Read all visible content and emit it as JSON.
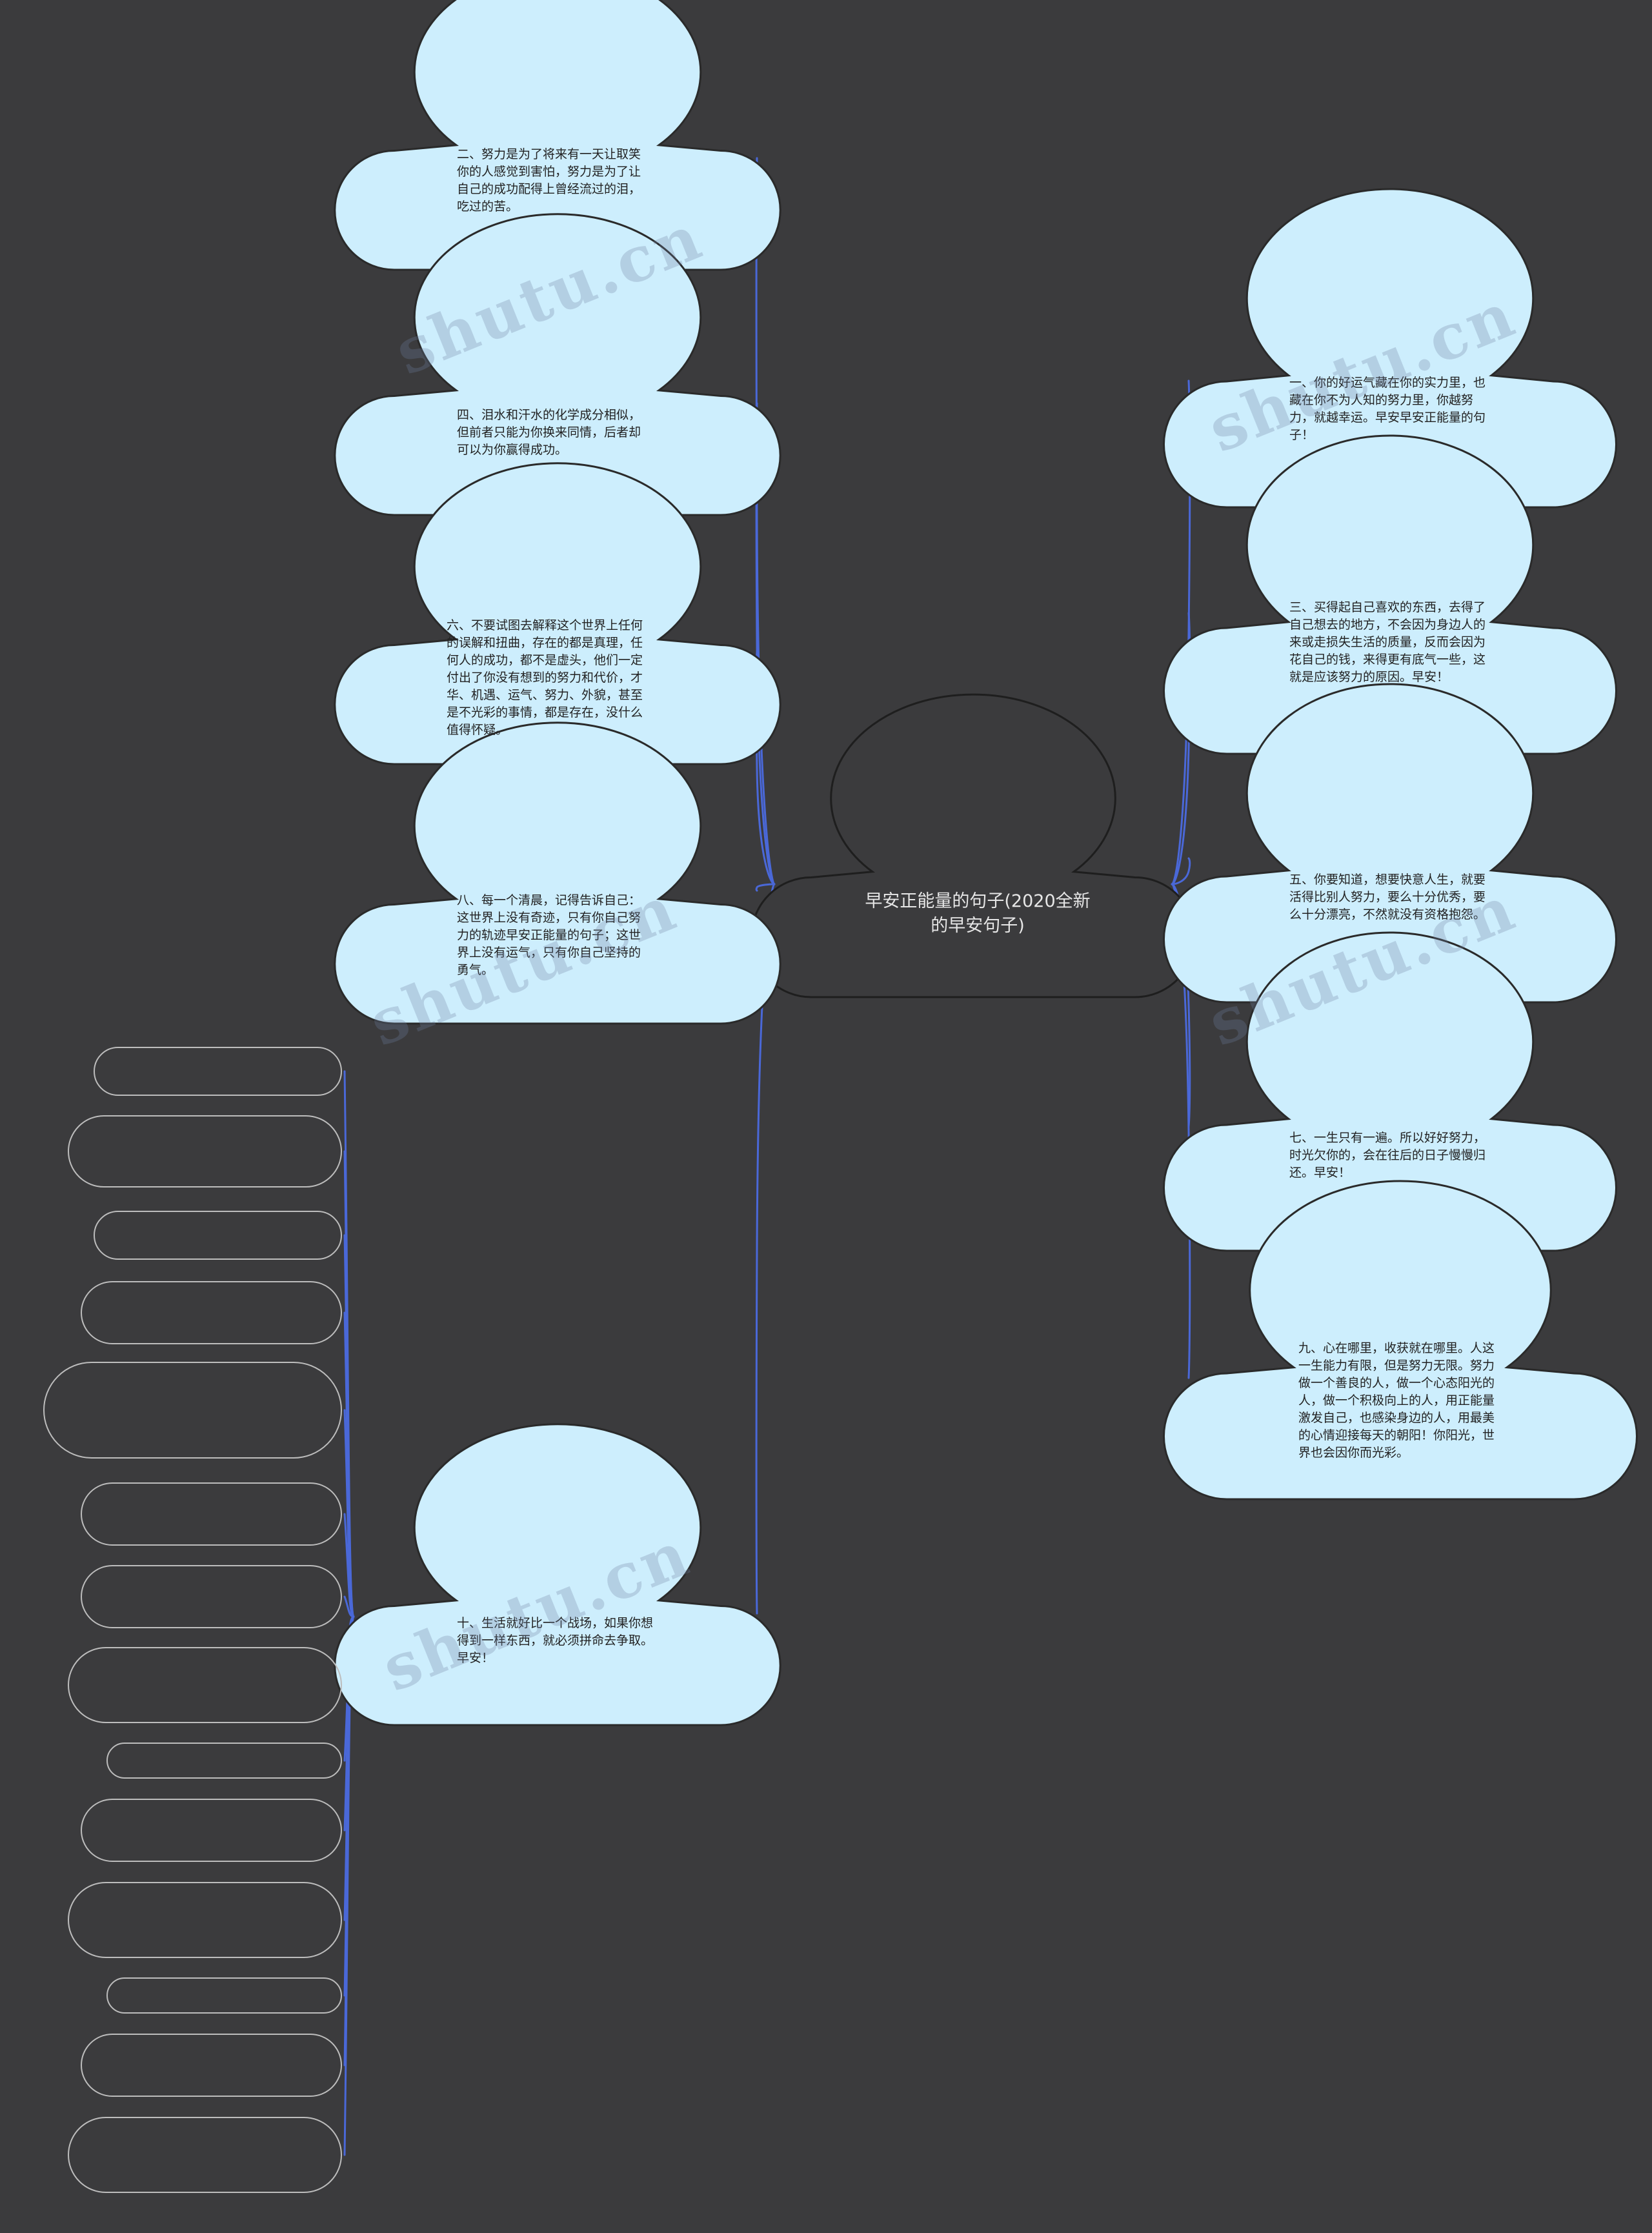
{
  "title": "早安正能量的句子(2020全新的早安句子)",
  "colors": {
    "background": "#3b3b3d",
    "cloud_fill": "#cdeefd",
    "cloud_stroke": "#2a2a2a",
    "center_fill": "#3b3b3d",
    "center_stroke": "#1e1e1e",
    "connector": "#4a68d8",
    "pill_border": "#bdbdbd"
  },
  "center": {
    "label": "早安正能量的句子(2020全新的早安句子)"
  },
  "nodes_left": [
    {
      "id": "n2",
      "label": "二、努力是为了将来有一天让取笑你的人感觉到害怕，努力是为了让自己的成功配得上曾经流过的泪，吃过的苦。"
    },
    {
      "id": "n4",
      "label": "四、泪水和汗水的化学成分相似，但前者只能为你换来同情，后者却可以为你赢得成功。"
    },
    {
      "id": "n6",
      "label": "六、不要试图去解释这个世界上任何的误解和扭曲，存在的都是真理，任何人的成功，都不是虚头，他们一定付出了你没有想到的努力和代价，才华、机遇、运气、努力、外貌，甚至是不光彩的事情，都是存在，没什么值得怀疑。"
    },
    {
      "id": "n8",
      "label": "八、每一个清晨，记得告诉自己：这世界上没有奇迹，只有你自己努力的轨迹早安正能量的句子；这世界上没有运气，只有你自己坚持的勇气。"
    },
    {
      "id": "n10",
      "label": "十、生活就好比一个战场，如果你想得到一样东西，就必须拼命去争取。早安！"
    }
  ],
  "nodes_right": [
    {
      "id": "n1",
      "label": "一、你的好运气藏在你的实力里，也藏在你不为人知的努力里，你越努力，就越幸运。早安早安正能量的句子！"
    },
    {
      "id": "n3",
      "label": "三、买得起自己喜欢的东西，去得了自己想去的地方，不会因为身边人的来或走损失生活的质量，反而会因为花自己的钱，来得更有底气一些，这就是应该努力的原因。早安！"
    },
    {
      "id": "n5",
      "label": "五、你要知道，想要快意人生，就要活得比别人努力，要么十分优秀，要么十分漂亮，不然就没有资格抱怨。"
    },
    {
      "id": "n7",
      "label": "七、一生只有一遍。所以好好努力，时光欠你的，会在往后的日子慢慢归还。早安！"
    },
    {
      "id": "n9",
      "label": "九、心在哪里，收获就在哪里。人这一生能力有限，但是努力无限。努力做一个善良的人，做一个心态阳光的人，做一个积极向上的人，用正能量激发自己，也感染身边的人，用最美的心情迎接每天的朝阳！你阳光，世界也会因你而光彩。"
    }
  ],
  "leaf_count": 14,
  "watermark": {
    "text": "shutu.cn"
  }
}
